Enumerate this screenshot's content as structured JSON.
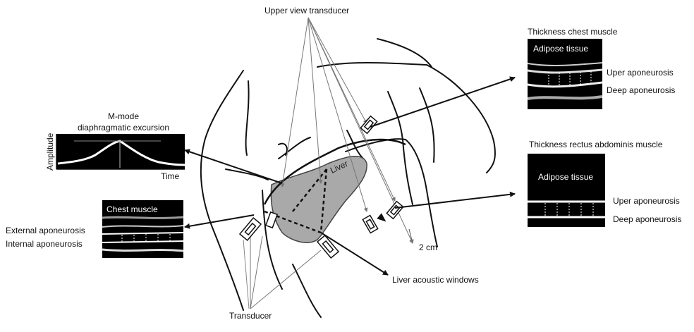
{
  "labels": {
    "upper_view_transducer": "Upper view transducer",
    "thickness_chest_muscle": "Thickness chest muscle",
    "thickness_rectus": "Thickness  rectus abdominis muscle",
    "mmode_title_1": "M-mode",
    "mmode_title_2": "diaphragmatic excursion",
    "amplitude": "Amplitude",
    "time": "Time",
    "liver": "Liver",
    "two_cm": "2 cm",
    "external_aponeurosis": "External aponeurosis",
    "internal_aponeurosis": "Internal aponeurosis",
    "transducer": "Transducer",
    "liver_acoustic_windows": "Liver acoustic windows"
  },
  "panels": {
    "chest_thickness": {
      "inner_label": "Adipose tissue",
      "side_labels": [
        "Uper aponeurosis",
        "Deep aponeurosis"
      ]
    },
    "rectus_thickness": {
      "inner_label": "Adipose tissue",
      "side_labels": [
        "Uper aponeurosis",
        "Deep aponeurosis"
      ]
    },
    "chest_muscle_left": {
      "inner_label": "Chest muscle"
    }
  },
  "colors": {
    "ink": "#111111",
    "liver_fill": "#a9a9a9",
    "panel_bg": "#000000",
    "panel_line": "#ffffff"
  }
}
